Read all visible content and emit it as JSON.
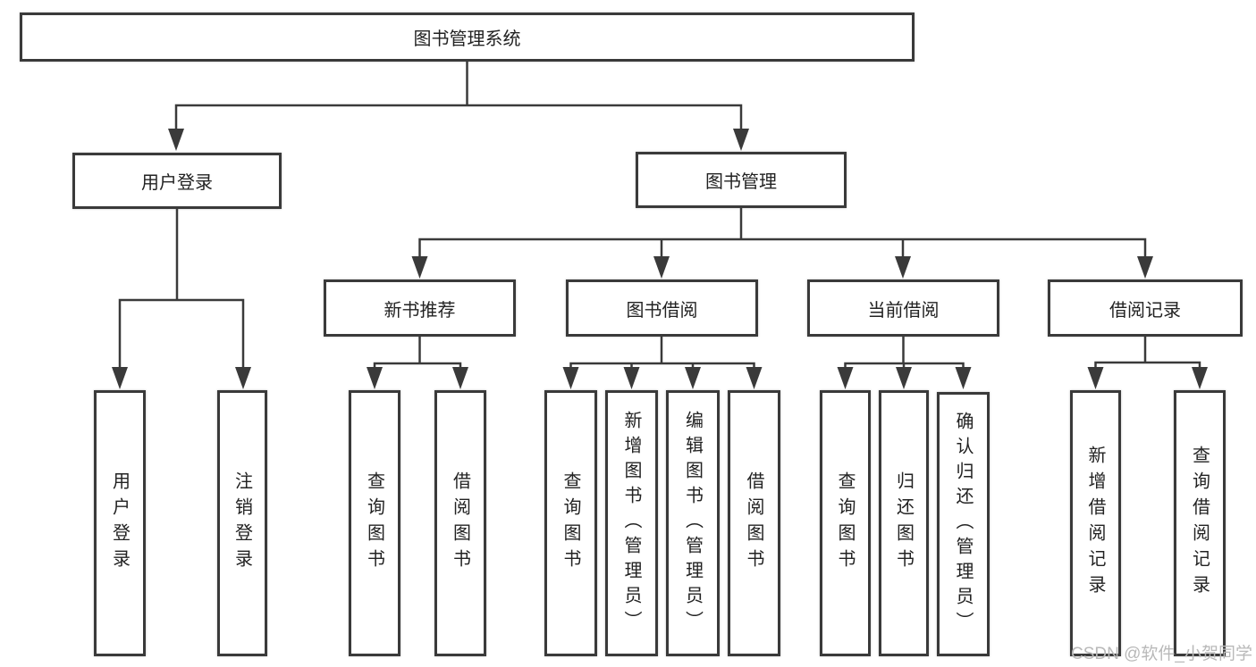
{
  "diagram_title": "图书管理系统",
  "nodes": {
    "root": "图书管理系统",
    "user_login": "用户登录",
    "book_mgmt": "图书管理",
    "new_books": "新书推荐",
    "book_borrow": "图书借阅",
    "current_borrow": "当前借阅",
    "borrow_records": "借阅记录",
    "leaf_user_login": "用户登录",
    "leaf_logout": "注销登录",
    "leaf_nb_query": "查询图书",
    "leaf_nb_borrow": "借阅图书",
    "leaf_bb_query": "查询图书",
    "leaf_bb_add": "新增图书（管理员）",
    "leaf_bb_edit": "编辑图书（管理员）",
    "leaf_bb_borrow": "借阅图书",
    "leaf_cb_query": "查询图书",
    "leaf_cb_return": "归还图书",
    "leaf_cb_confirm": "确认归还（管理员）",
    "leaf_br_add": "新增借阅记录",
    "leaf_br_query": "查询借阅记录"
  },
  "watermark": "CSDN @软件_小贺同学",
  "colors": {
    "line": "#3a3a3a",
    "text": "#222222",
    "watermark": "#b9b9b9",
    "background": "#ffffff"
  }
}
